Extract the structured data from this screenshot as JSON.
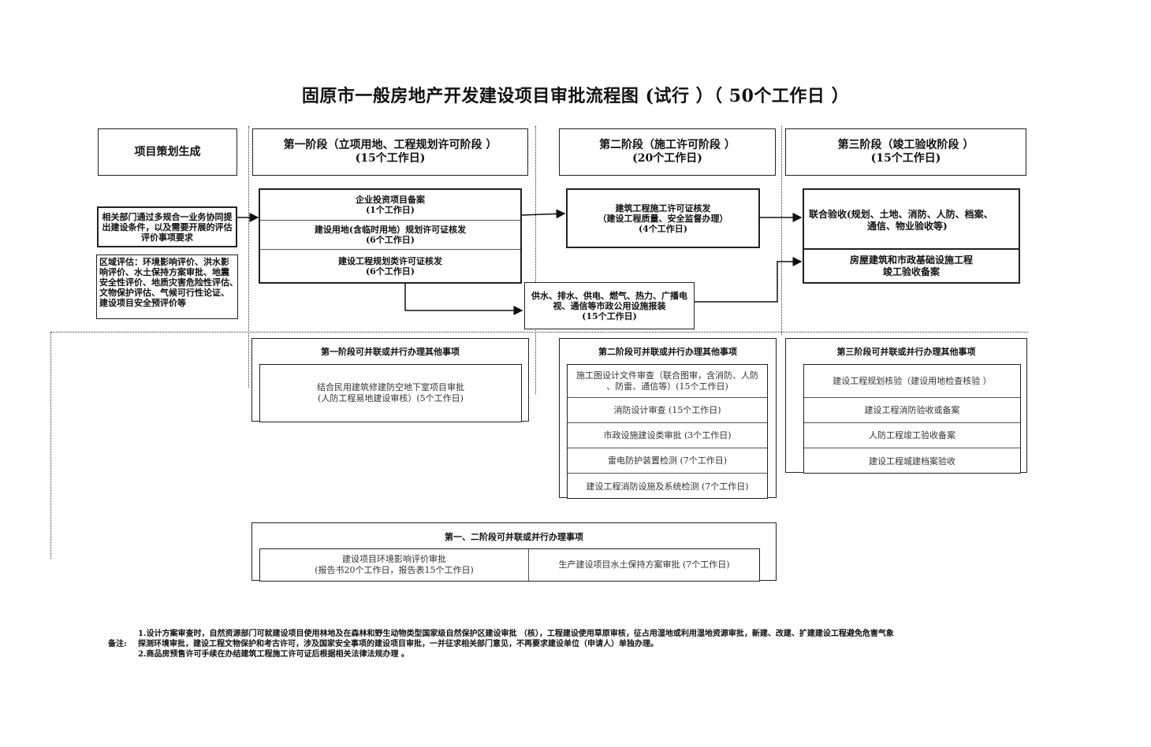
{
  "title": "固原市一般房地产开发建设项目审批流程图 (试行 ）（ 50个工作日 ）",
  "stage0": {
    "label": "项目策划生成"
  },
  "stage1": {
    "label": "第一阶段（立项用地、工程规划许可阶段 ）",
    "days": "(15个工作日)"
  },
  "stage2": {
    "label": "第二阶段（施工许可阶段 ）",
    "days": "(20个工作日)"
  },
  "stage3": {
    "label": "第三阶段（竣工验收阶段 ）",
    "days": "(15个工作日)"
  },
  "left": {
    "coord": [
      "相关部门通过多规合一业务协同提",
      "出建设条件，以及需要开展的评估",
      "评价事项要求"
    ],
    "regional": [
      "区域评估：环境影响评价、洪水影",
      "响评价、水土保持方案审批、地震",
      "安全性评价、地质灾害危险性评估、",
      "文物保护评估、气候可行性论证、",
      "建设项目安全预评价等"
    ]
  },
  "s1items": [
    {
      "name": "企业投资项目备案",
      "days": "(1个工作日)"
    },
    {
      "name": "建设用地(含临时用地）规划许可证核发",
      "days": "(6个工作日)"
    },
    {
      "name": "建设工程规划类许可证核发",
      "days": "(6个工作日)"
    }
  ],
  "s2item": {
    "name": "建筑工程施工许可证核发",
    "sub": "（建设工程质量、安全监督办理）",
    "days": "(4个工作日)"
  },
  "utility": {
    "line1": "供水、排水、供电、燃气、热力、广播电",
    "line2": "视、通信等市政公用设施报装",
    "days": "(15个工作日)"
  },
  "s3items": {
    "joint": [
      "联合验收(规划、土地、消防、人防、档案、",
      "通信、物业验收等)"
    ],
    "record": [
      "房屋建筑和市政基础设施工程",
      "竣工验收备案"
    ]
  },
  "parallel1": {
    "title": "第一阶段可并联或并行办理其他事项",
    "item": [
      "结合民用建筑修建防空地下室项目审批",
      "(人防工程易地建设审核）(5个工作日)"
    ]
  },
  "parallel2": {
    "title": "第二阶段可并联或并行办理其他事项",
    "items": [
      [
        "施工图设计文件审查（联合图审，含消防、人防",
        "、防雷、通信等）(15个工作日)"
      ],
      [
        "消防设计审查 (15个工作日)"
      ],
      [
        "市政设施建设类审批 (3个工作日)"
      ],
      [
        "雷电防护装置检测 (7个工作日)"
      ],
      [
        "建设工程消防设施及系统检测 (7个工作日)"
      ]
    ]
  },
  "parallel3": {
    "title": "第三阶段可并联或并行办理其他事项",
    "items": [
      "建设工程规划核验（建设用地检查核验 ）",
      "建设工程消防验收或备案",
      "人防工程竣工验收备案",
      "建设工程城建档案验收"
    ]
  },
  "parallel12": {
    "title": "第一、二阶段可并联或并行办理事项",
    "left": [
      "建设项目环境影响评价审批",
      "(报告书20个工作日，报告表15个工作日)"
    ],
    "right": "生产建设项目水土保持方案审批 (7个工作日)"
  },
  "notes": {
    "label": "备注:",
    "lines": [
      "1.设计方案审查时，自然资源部门可就建设项目使用林地及在森林和野生动物类型国家级自然保护区建设审批 （核），工程建设使用草原审核，征占用湿地或利用湿地资源审批，新建、改建、扩建建设工程避免危害气象",
      "探测环境审批，建设工程文物保护和考古许可，涉及国家安全事项的建设项目审批，一并征求相关部门意见，不再要求建设单位（申请人）单独办理。",
      "2.商品房预售许可手续在办结建筑工程施工许可证后根据相关法律法规办理 。"
    ]
  }
}
